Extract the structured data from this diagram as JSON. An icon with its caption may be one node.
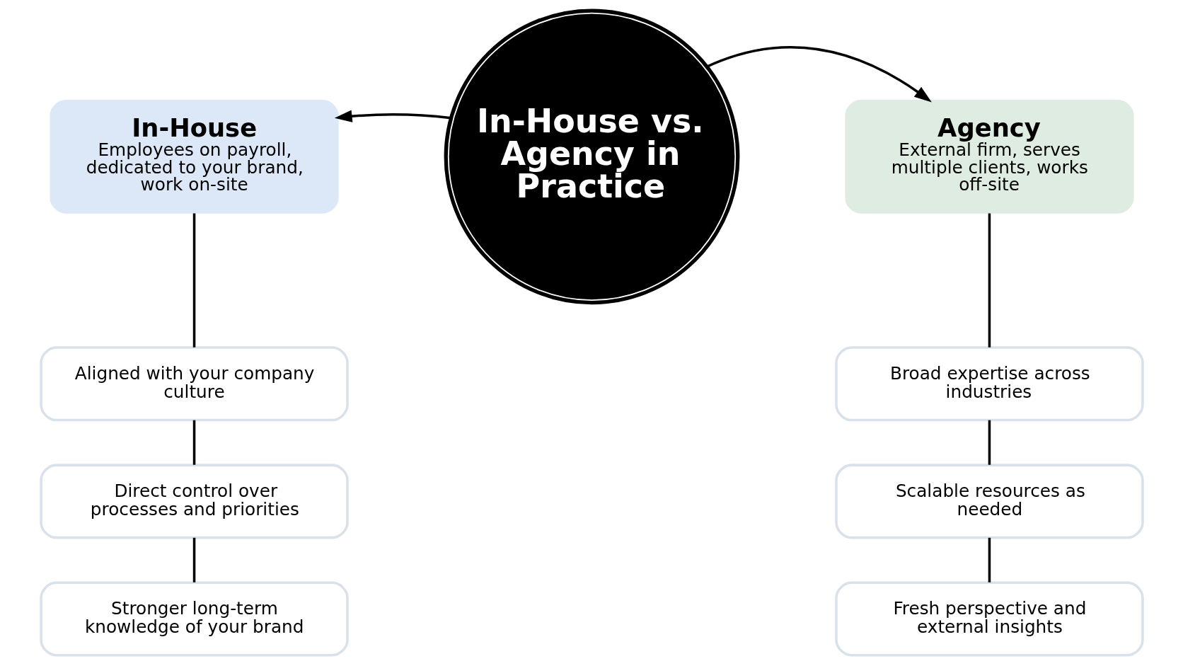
{
  "diagram": {
    "nodes": [
      {
        "text": [
          "In-House vs. Agency in Practice"
        ]
      },
      {
        "text": [
          "In-House",
          "Employees on payroll, dedicated to your brand, work on-site"
        ]
      },
      {
        "text": [
          "Agency",
          "External firm, serves multiple clients, works off-site"
        ]
      },
      {
        "text": [
          "Aligned with your company culture"
        ]
      },
      {
        "text": [
          "Direct control over processes and priorities"
        ]
      },
      {
        "text": [
          "Stronger long-term knowledge of your brand"
        ]
      },
      {
        "text": [
          "Broad expertise across industries"
        ]
      },
      {
        "text": [
          "Scalable resources as needed"
        ]
      },
      {
        "text": [
          "Fresh perspective and external insights"
        ]
      }
    ],
    "edges": [
      {
        "from": 0,
        "to": 1,
        "arrow": "to"
      },
      {
        "from": 0,
        "to": 2,
        "arrow": "to"
      },
      {
        "from": 1,
        "to": 3,
        "arrow": "none"
      },
      {
        "from": 3,
        "to": 4,
        "arrow": "none"
      },
      {
        "from": 4,
        "to": 5,
        "arrow": "none"
      },
      {
        "from": 2,
        "to": 6,
        "arrow": "none"
      },
      {
        "from": 6,
        "to": 7,
        "arrow": "none"
      },
      {
        "from": 7,
        "to": 8,
        "arrow": "none"
      }
    ]
  }
}
